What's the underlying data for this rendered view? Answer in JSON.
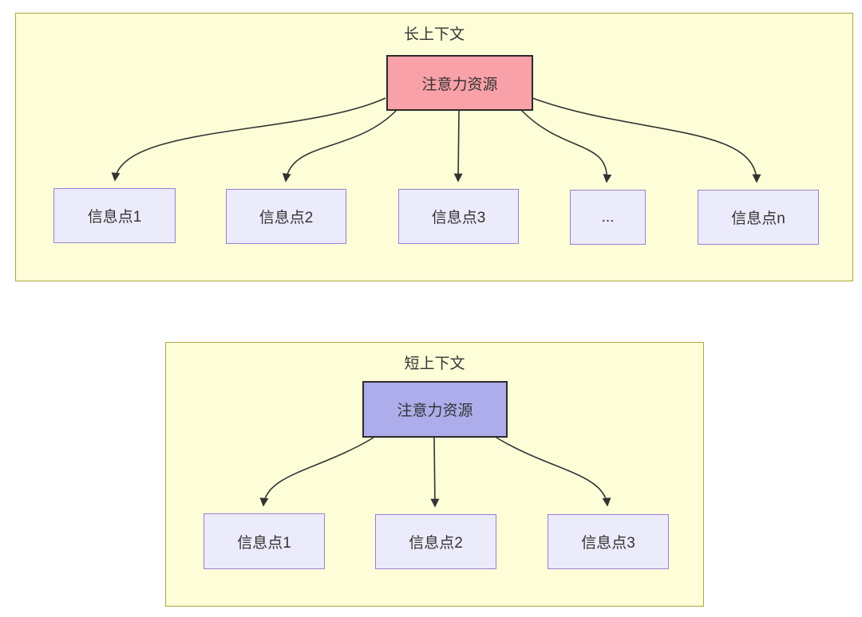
{
  "colors": {
    "container_fill": "#FDFDD8",
    "container_border": "#A9A93F",
    "attention_long_fill": "#F9A1A8",
    "attention_short_fill": "#ADADEC",
    "attention_border": "#2B2B2B",
    "info_fill": "#EBEBFB",
    "info_border": "#9B7FD4",
    "arrow": "#333333",
    "text": "#333333"
  },
  "long_context": {
    "title": "长上下文",
    "attention_label": "注意力资源",
    "info_boxes": [
      "信息点1",
      "信息点2",
      "信息点3",
      "...",
      "信息点n"
    ]
  },
  "short_context": {
    "title": "短上下文",
    "attention_label": "注意力资源",
    "info_boxes": [
      "信息点1",
      "信息点2",
      "信息点3"
    ]
  }
}
